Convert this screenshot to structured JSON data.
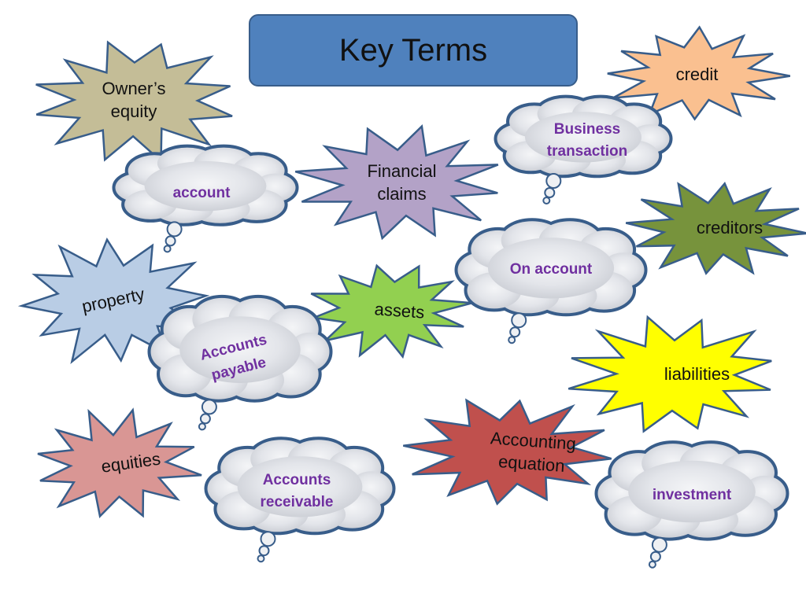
{
  "title": "Key Terms",
  "colors": {
    "title_fill": "#4f81bd",
    "cloud_text": "#7030a0",
    "star_stroke": "#385d8a"
  },
  "stars": [
    {
      "id": "owners-equity",
      "label": "Owner’s\nequity",
      "fill": "#c4bd97"
    },
    {
      "id": "credit",
      "label": "credit",
      "fill": "#fac090"
    },
    {
      "id": "financial-claims",
      "label": "Financial\nclaims",
      "fill": "#b3a2c7"
    },
    {
      "id": "creditors",
      "label": "creditors",
      "fill": "#77933c"
    },
    {
      "id": "property",
      "label": "property",
      "fill": "#b9cde5"
    },
    {
      "id": "assets",
      "label": "assets",
      "fill": "#92d050"
    },
    {
      "id": "liabilities",
      "label": "liabilities",
      "fill": "#ffff00"
    },
    {
      "id": "equities",
      "label": "equities",
      "fill": "#d99694"
    },
    {
      "id": "accounting-equation",
      "label": "Accounting\nequation",
      "fill": "#c0504d"
    }
  ],
  "clouds": [
    {
      "id": "account",
      "label": "account"
    },
    {
      "id": "business-transaction",
      "label": "Business\ntransaction"
    },
    {
      "id": "on-account",
      "label": "On account"
    },
    {
      "id": "accounts-payable",
      "label": "Accounts\npayable"
    },
    {
      "id": "accounts-receivable",
      "label": "Accounts\nreceivable"
    },
    {
      "id": "investment",
      "label": "investment"
    }
  ]
}
